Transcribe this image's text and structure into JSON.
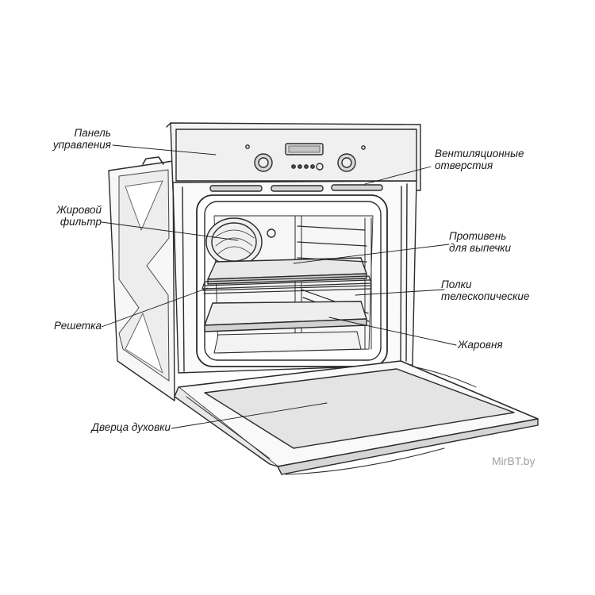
{
  "labels": {
    "control_panel": "Панель\nуправления",
    "ventilation": "Вентиляционные\nотверстия",
    "grease_filter": "Жировой\nфильтр",
    "baking_tray": "Противень\nдля выпечки",
    "telescopic_shelves": "Полки\nтелескопические",
    "grid": "Решетка",
    "roasting_pan": "Жаровня",
    "oven_door": "Дверца духовки"
  },
  "watermark": "MirBT.by"
}
